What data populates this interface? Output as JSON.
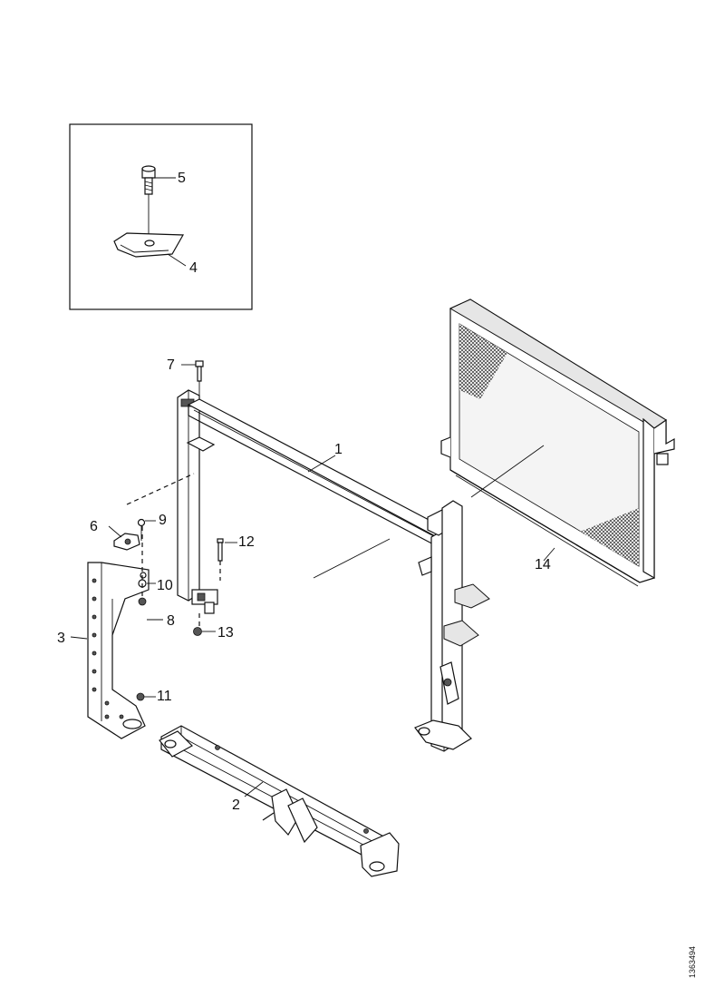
{
  "diagram": {
    "callouts": {
      "c1": "1",
      "c2": "2",
      "c3": "3",
      "c4": "4",
      "c5": "5",
      "c6": "6",
      "c7": "7",
      "c8": "8",
      "c9": "9",
      "c10": "10",
      "c11": "11",
      "c12": "12",
      "c13": "13",
      "c14": "14"
    },
    "doc_id": "1363494"
  }
}
